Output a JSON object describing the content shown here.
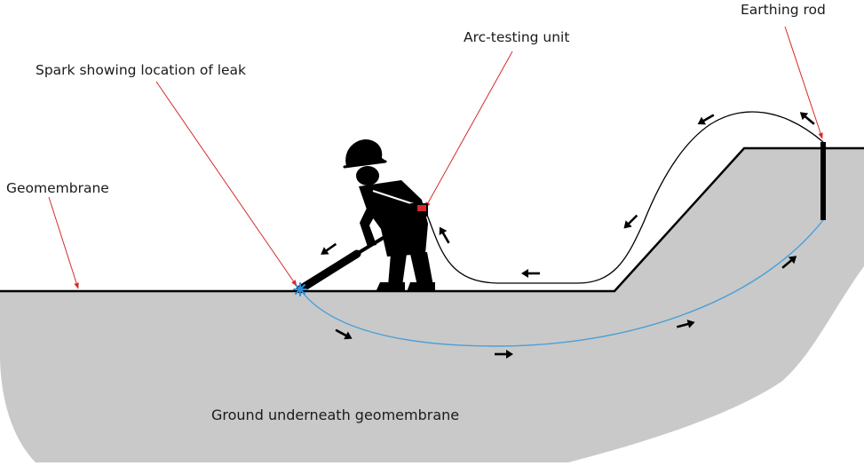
{
  "labels": {
    "earthing_rod": "Earthing rod",
    "arc_testing_unit": "Arc-testing unit",
    "spark": "Spark showing location of leak",
    "geomembrane": "Geomembrane",
    "ground": "Ground underneath geomembrane"
  },
  "icons": {
    "worker": "worker-with-hard-hat-icon",
    "spark": "spark-star-icon",
    "arrows": "arrow-icon"
  },
  "colors": {
    "ground_fill": "#c9c9c9",
    "pointer": "#d52b2b",
    "ground_current": "#4a9fd8",
    "membrane_current": "#000000",
    "figure": "#000000"
  }
}
